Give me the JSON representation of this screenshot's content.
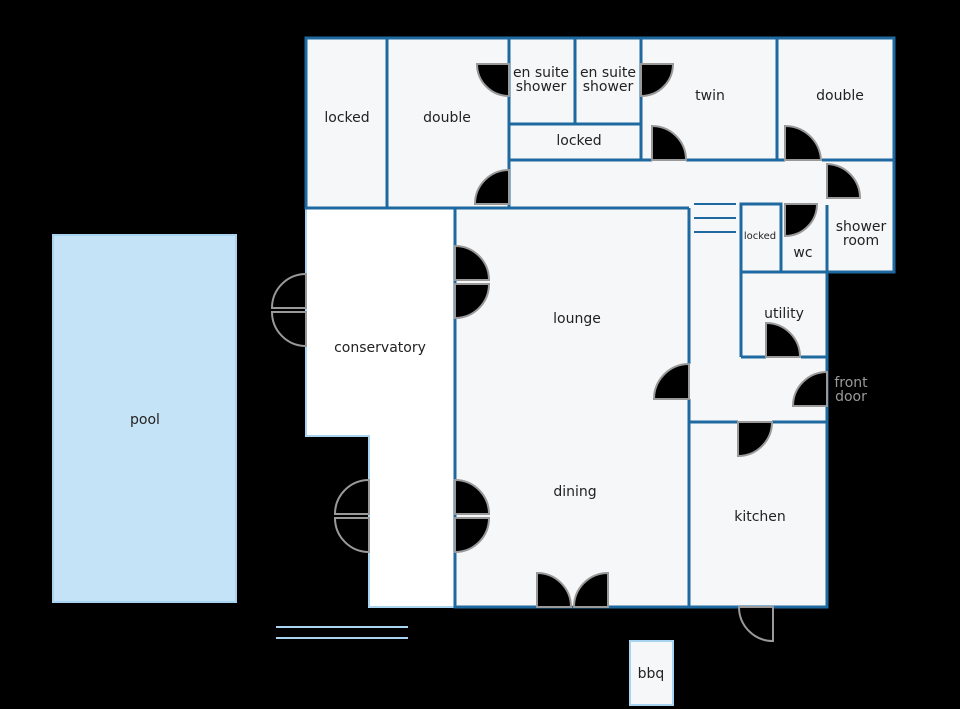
{
  "plan": {
    "pool": "pool",
    "conservatory": "conservatory",
    "lounge": "lounge",
    "dining": "dining",
    "kitchen": "kitchen",
    "utility": "utility",
    "front_door_line1": "front",
    "front_door_line2": "door",
    "bbq": "bbq",
    "locked_left": "locked",
    "double_left": "double",
    "en_suite_1_line1": "en suite",
    "en_suite_1_line2": "shower",
    "en_suite_2_line1": "en suite",
    "en_suite_2_line2": "shower",
    "locked_middle": "locked",
    "twin": "twin",
    "double_right": "double",
    "locked_small": "locked",
    "wc": "wc",
    "shower_room_line1": "shower",
    "shower_room_line2": "room"
  },
  "colors": {
    "background": "#000000",
    "room_fill": "#f6f7f8",
    "wall": "#1e6aa0",
    "pool_fill": "#c5e3f7",
    "pool_outline": "#a8d4f2",
    "door": "#999999"
  }
}
